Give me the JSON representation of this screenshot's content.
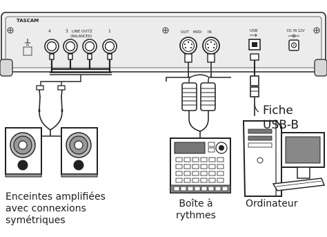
{
  "device": {
    "brand": "TASCAM",
    "line_out_title": "LINE OUT",
    "line_out_subtitle": "(BALANCED)",
    "line_out_numbers": [
      "4",
      "3",
      "2",
      "1"
    ],
    "midi_out": "OUT",
    "midi_label": "MIDI",
    "midi_in": "IN",
    "usb_label": "USB",
    "dc_label": "DC IN 12V"
  },
  "labels": {
    "usb_plug_line1": "Fiche",
    "usb_plug_line2": "USB-B",
    "speakers_line1": "Enceintes amplifiées",
    "speakers_line2": "avec connexions",
    "speakers_line3": "symétriques",
    "drum_line1": "Boîte à",
    "drum_line2": "rythmes",
    "computer": "Ordinateur"
  }
}
